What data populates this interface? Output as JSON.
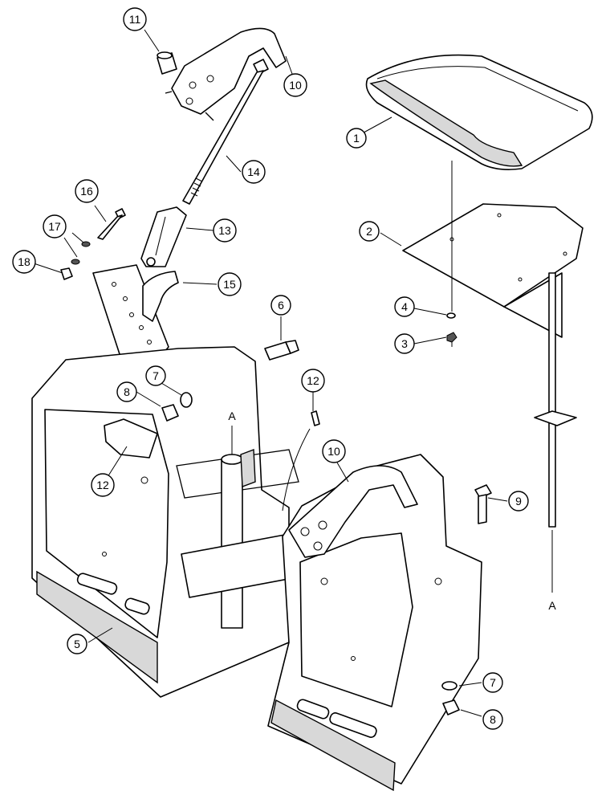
{
  "callouts": {
    "c1": "1",
    "c2": "2",
    "c3": "3",
    "c4": "4",
    "c5": "5",
    "c6": "6",
    "c7a": "7",
    "c7b": "7",
    "c8a": "8",
    "c8b": "8",
    "c9": "9",
    "c10a": "10",
    "c10b": "10",
    "c11": "11",
    "c12a": "12",
    "c12b": "12",
    "c13": "13",
    "c14": "14",
    "c15": "15",
    "c16": "16",
    "c17": "17",
    "c18": "18"
  },
  "references": {
    "a_post_top": "A",
    "a_seat_rod": "A"
  }
}
